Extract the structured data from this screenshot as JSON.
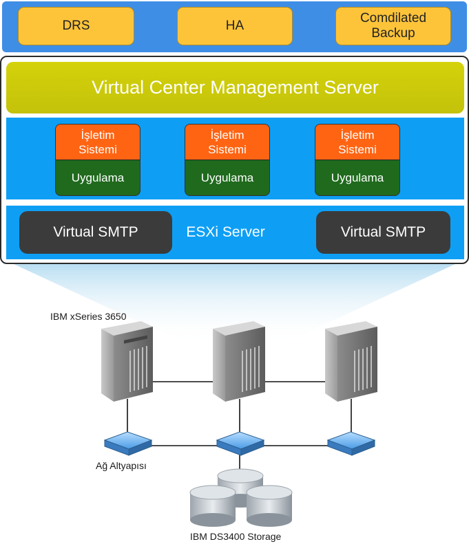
{
  "top_services": [
    "DRS",
    "HA",
    "Comdilated Backup"
  ],
  "management": {
    "title": "Virtual Center Management Server"
  },
  "vms": [
    {
      "os": "İşletim Sistemi",
      "app": "Uygulama"
    },
    {
      "os": "İşletim Sistemi",
      "app": "Uygulama"
    },
    {
      "os": "İşletim Sistemi",
      "app": "Uygulama"
    }
  ],
  "hypervisor": {
    "left": "Virtual SMTP",
    "center": "ESXi Server",
    "right": "Virtual SMTP"
  },
  "hardware": {
    "server_label": "IBM xSeries 3650",
    "network_label": "Ağ Altyapısı",
    "storage_label": "IBM DS3400 Storage"
  },
  "colors": {
    "top_band": "#3f8ee6",
    "service_pill": "#fdc43a",
    "management": "#cccb0a",
    "esx_band": "#0e9ff5",
    "os_box": "#ff6413",
    "app_box": "#1f6a1d",
    "smtp_box": "#3b3b3b"
  },
  "icons": [
    "server-tower-icon",
    "network-switch-icon",
    "storage-disk-icon"
  ]
}
